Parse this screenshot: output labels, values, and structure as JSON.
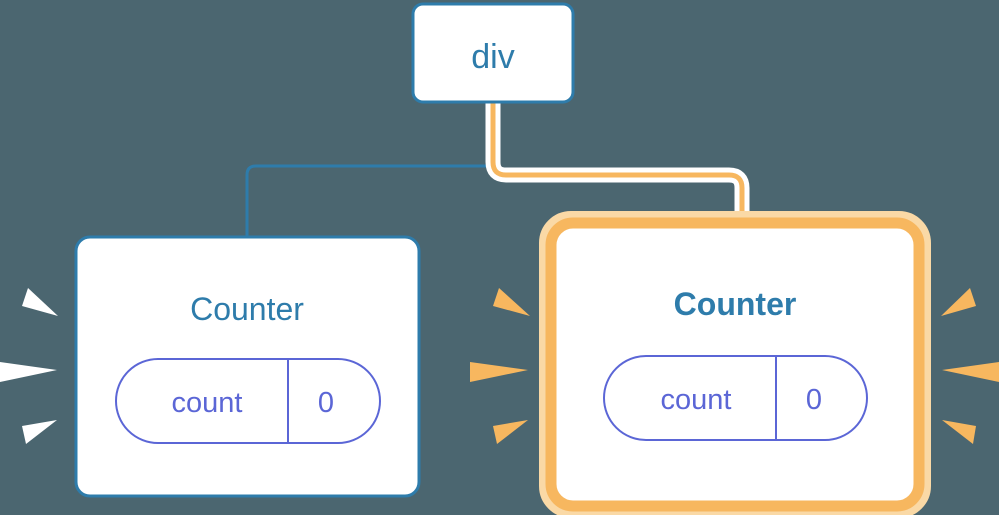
{
  "diagram": {
    "title": "component-tree-rerender-highlight",
    "background_color": "#4b6670",
    "root": {
      "label": "div",
      "box_fill": "#ffffff",
      "border_color": "#2e7cab"
    },
    "children": [
      {
        "id": "counter-left",
        "title": "Counter",
        "highlighted": false,
        "emphasis": "normal",
        "border_color": "#2e7cab",
        "connector_color": "#2e7cab",
        "spark_color": "#ffffff",
        "state": {
          "key": "count",
          "value": "0",
          "pill_color": "#5b66d6"
        }
      },
      {
        "id": "counter-right",
        "title": "Counter",
        "highlighted": true,
        "emphasis": "bold",
        "border_color": "#f7b75f",
        "glow_color": "#fad9a6",
        "connector_color": "#f7b75f",
        "connector_halo_color": "#ffffff",
        "spark_color": "#f7b75f",
        "state": {
          "key": "count",
          "value": "0",
          "pill_color": "#5b66d6"
        }
      }
    ]
  }
}
